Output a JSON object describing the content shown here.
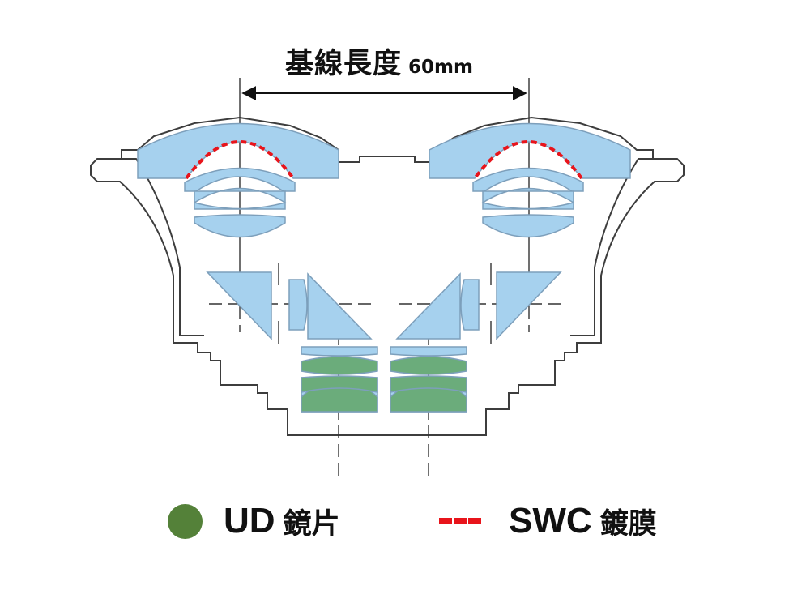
{
  "title": {
    "text": "基線長度",
    "value": "60mm"
  },
  "legend": [
    {
      "code": "UD",
      "label": "鏡片",
      "swatch": "circle"
    },
    {
      "code": "SWC",
      "label": "鍍膜",
      "swatch": "dashed-line"
    }
  ],
  "colors": {
    "glass": "#a6d1ee",
    "ud_glass": "#6bac7b",
    "ud_legend": "#548139",
    "coating": "#e8141b",
    "outline": "#3d3d3d",
    "edge": "#7d9fbb"
  }
}
